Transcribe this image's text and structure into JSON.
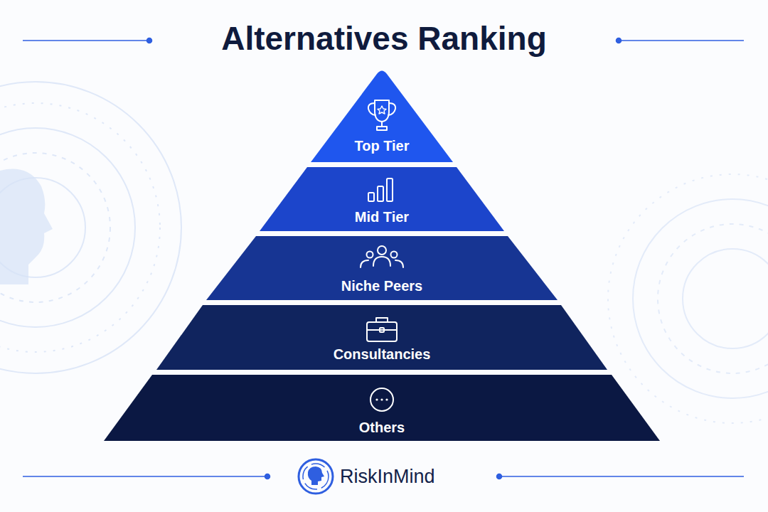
{
  "diagram": {
    "title": "Alternatives Ranking",
    "nodes": [
      {
        "text": [
          "Top Tier"
        ]
      },
      {
        "text": [
          "Mid Tier"
        ]
      },
      {
        "text": [
          "Niche Peers"
        ]
      },
      {
        "text": [
          "Consultancies"
        ]
      },
      {
        "text": [
          "Others"
        ]
      }
    ],
    "labels": [
      "RiskInMind"
    ]
  }
}
